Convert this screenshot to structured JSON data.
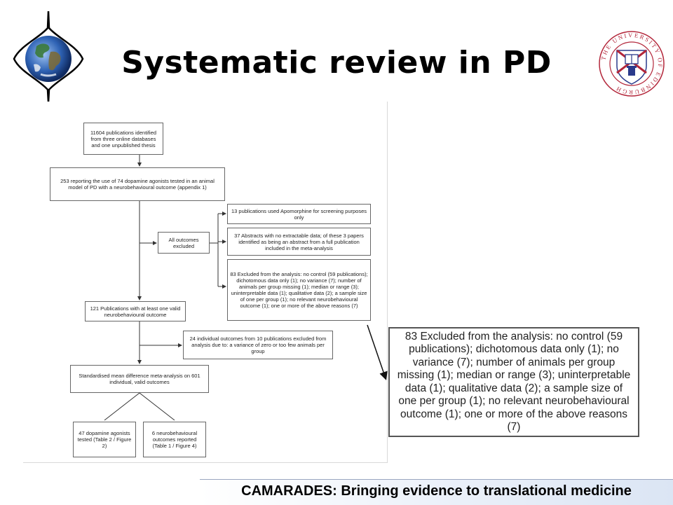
{
  "title": "Systematic review in PD",
  "flowchart": {
    "box1": "11604 publications identified from three online databases and one unpublished thesis",
    "box2": "253 reporting the use of 74 dopamine agonists tested in an animal model of PD with a neurobehavioural outcome (appendix 1)",
    "box3": "All outcomes excluded",
    "box4": "13 publications used Apomorphine for screening purposes only",
    "box5": "37 Abstracts with no extractable data; of these 3 papers identified as being an abstract from a full publication included in the meta-analysis",
    "box6": "83 Excluded from the analysis: no control (59 publications); dichotomous data only (1); no variance (7); number of animals per group missing (1); median or range (3); uninterpretable data (1); qualitative data (2); a sample size of one per group (1); no relevant neurobehavioural outcome (1); one or more of the above reasons (7)",
    "box7": "121 Publications with at least one valid neurobehavioural outcome",
    "box8": "24 individual outcomes from 10 publications excluded from analysis due to: a variance of zero or too few animals per group",
    "box9": "Standardised mean difference meta-analysis on 601 individual, valid outcomes",
    "box10": "47 dopamine agonists tested (Table 2 / Figure 2)",
    "box11": "6 neurobehavioural outcomes reported (Table 1 / Figure 4)"
  },
  "zoom_text": "83 Excluded from the analysis: no control (59 publications); dichotomous data only (1); no variance (7); number of animals per group missing (1); median or range (3); uninterpretable data (1); qualitative data (2); a sample size of one per group (1); no relevant neurobehavioural outcome (1); one or more of the above reasons (7)",
  "footer": "CAMARADES:  Bringing evidence to translational medicine",
  "seal_lettering": "THE UNIVERSITY OF EDINBURGH",
  "icons": {
    "logo": "globe-logo-icon",
    "seal": "university-seal-icon"
  },
  "colors": {
    "seal_red": "#b3263a",
    "seal_blue": "#2a3a8c",
    "footer_band": "#dbe5f4"
  }
}
